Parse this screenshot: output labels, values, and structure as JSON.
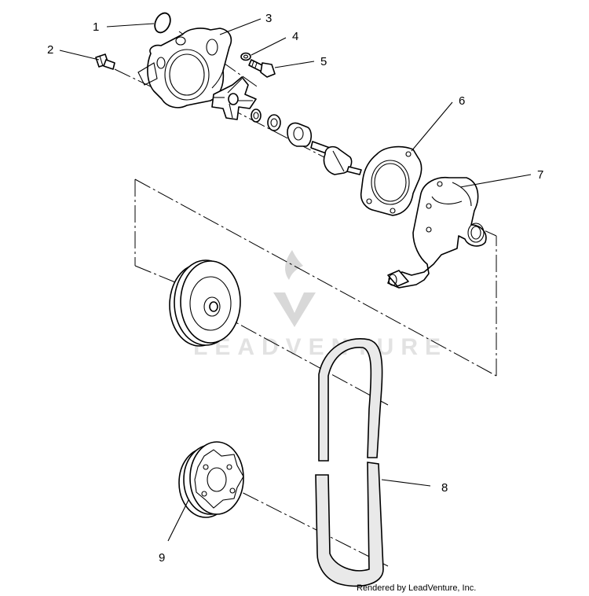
{
  "callouts": [
    {
      "id": "callout-1",
      "label": "1"
    },
    {
      "id": "callout-2",
      "label": "2"
    },
    {
      "id": "callout-3",
      "label": "3"
    },
    {
      "id": "callout-4",
      "label": "4"
    },
    {
      "id": "callout-5",
      "label": "5"
    },
    {
      "id": "callout-6",
      "label": "6"
    },
    {
      "id": "callout-7",
      "label": "7"
    },
    {
      "id": "callout-8",
      "label": "8"
    },
    {
      "id": "callout-9",
      "label": "9"
    }
  ],
  "watermark": {
    "text": "LEADVENTURE"
  },
  "credit": {
    "text": "Rendered by LeadVenture, Inc."
  }
}
